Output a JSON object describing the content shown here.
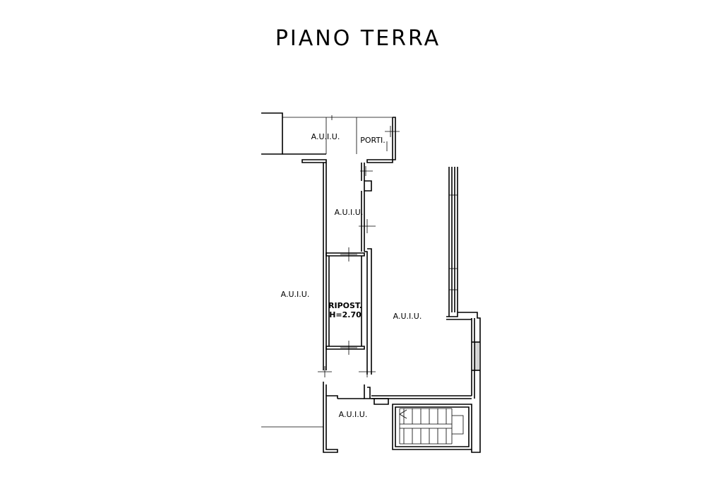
{
  "title": "PIANO TERRA",
  "labels": {
    "auiu_top": "A.U.I.U.",
    "portico": "PORTI.",
    "auiu_corridor": "A.U.I.U.",
    "auiu_left": "A.U.I.U.",
    "ripost": "RIPOST.",
    "ripost_height": "H=2.70",
    "auiu_right": "A.U.I.U.",
    "auiu_bottom": "A.U.I.U."
  }
}
